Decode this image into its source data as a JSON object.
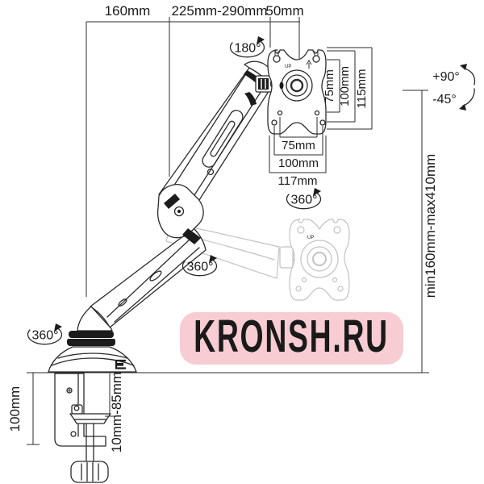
{
  "colors": {
    "ink": "#2b2b2b",
    "ghost": "#c2c2c2",
    "badge_bg": "#f8ccd3",
    "badge_text": "#fcebe8"
  },
  "top_dimensions": {
    "arm_front": "160mm",
    "arm_range": "225mm-290mm",
    "head": "50mm"
  },
  "angles": {
    "head_rotation": "180°",
    "head_swivel": "360°",
    "arm_swivel": "360°",
    "base_swivel": "360°",
    "tilt_up": "+90°",
    "tilt_down": "-45°"
  },
  "vesa": {
    "up": "UP",
    "vertical": [
      "75mm",
      "100mm",
      "115mm"
    ],
    "horizontal": [
      "75mm",
      "100mm",
      "117mm"
    ]
  },
  "height_range": "min160mm-max410mm",
  "base": {
    "clamp_height": "100mm",
    "desk_thickness": "10mm-85mm"
  },
  "watermark": "KRONSH.RU"
}
